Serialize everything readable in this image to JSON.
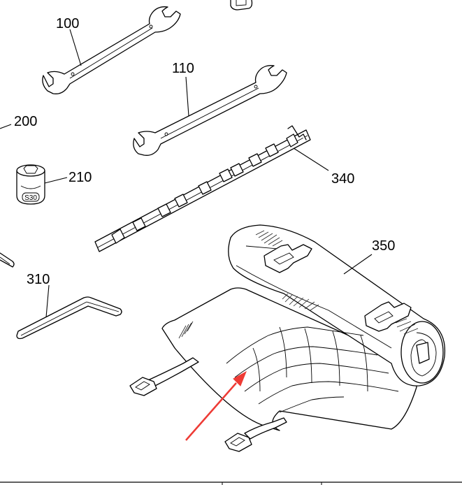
{
  "callouts": {
    "c100": "100",
    "c110": "110",
    "c200": "200",
    "c210": "210",
    "c310": "310",
    "c340": "340",
    "c350": "350"
  },
  "socket_stamp": "S30",
  "colors": {
    "line": "#000000",
    "background": "#ffffff",
    "arrow": "#ee3b35"
  },
  "icons": {
    "pointer": "red-arrow-icon"
  }
}
